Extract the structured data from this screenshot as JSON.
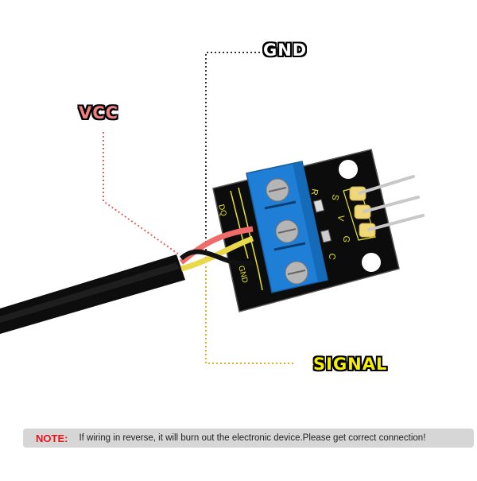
{
  "diagram": {
    "subject": "sensor module with 3-pin cable and screw terminal",
    "callouts": [
      {
        "id": "gnd",
        "label": "GND",
        "line_color": "#333333",
        "text_color": "#ffffff"
      },
      {
        "id": "vcc",
        "label": "VCC",
        "line_color": "#e06666",
        "text_color": "#f08080"
      },
      {
        "id": "signal",
        "label": "SIGNAL",
        "line_color": "#e0b020",
        "text_color": "#f5f000"
      }
    ],
    "board_silkscreen": {
      "terminal_left_labels": [
        "DQ",
        "GND"
      ],
      "component_labels": [
        "R",
        "C"
      ],
      "pin_labels": [
        "S",
        "V",
        "G"
      ]
    },
    "wires": [
      {
        "color_name": "red",
        "hex": "#f06a6a"
      },
      {
        "color_name": "black",
        "hex": "#111111"
      },
      {
        "color_name": "yellow",
        "hex": "#e8d84a"
      }
    ],
    "colors": {
      "pcb": "#0c0c0c",
      "silkscreen": "#e6e62a",
      "terminal_block": "#1f7fd6",
      "header": "#f0d878",
      "pins": "#c8c8c8"
    }
  },
  "note": {
    "label": "NOTE:",
    "text": "If wiring in reverse, it will burn out the electronic device.Please get correct connection!"
  }
}
